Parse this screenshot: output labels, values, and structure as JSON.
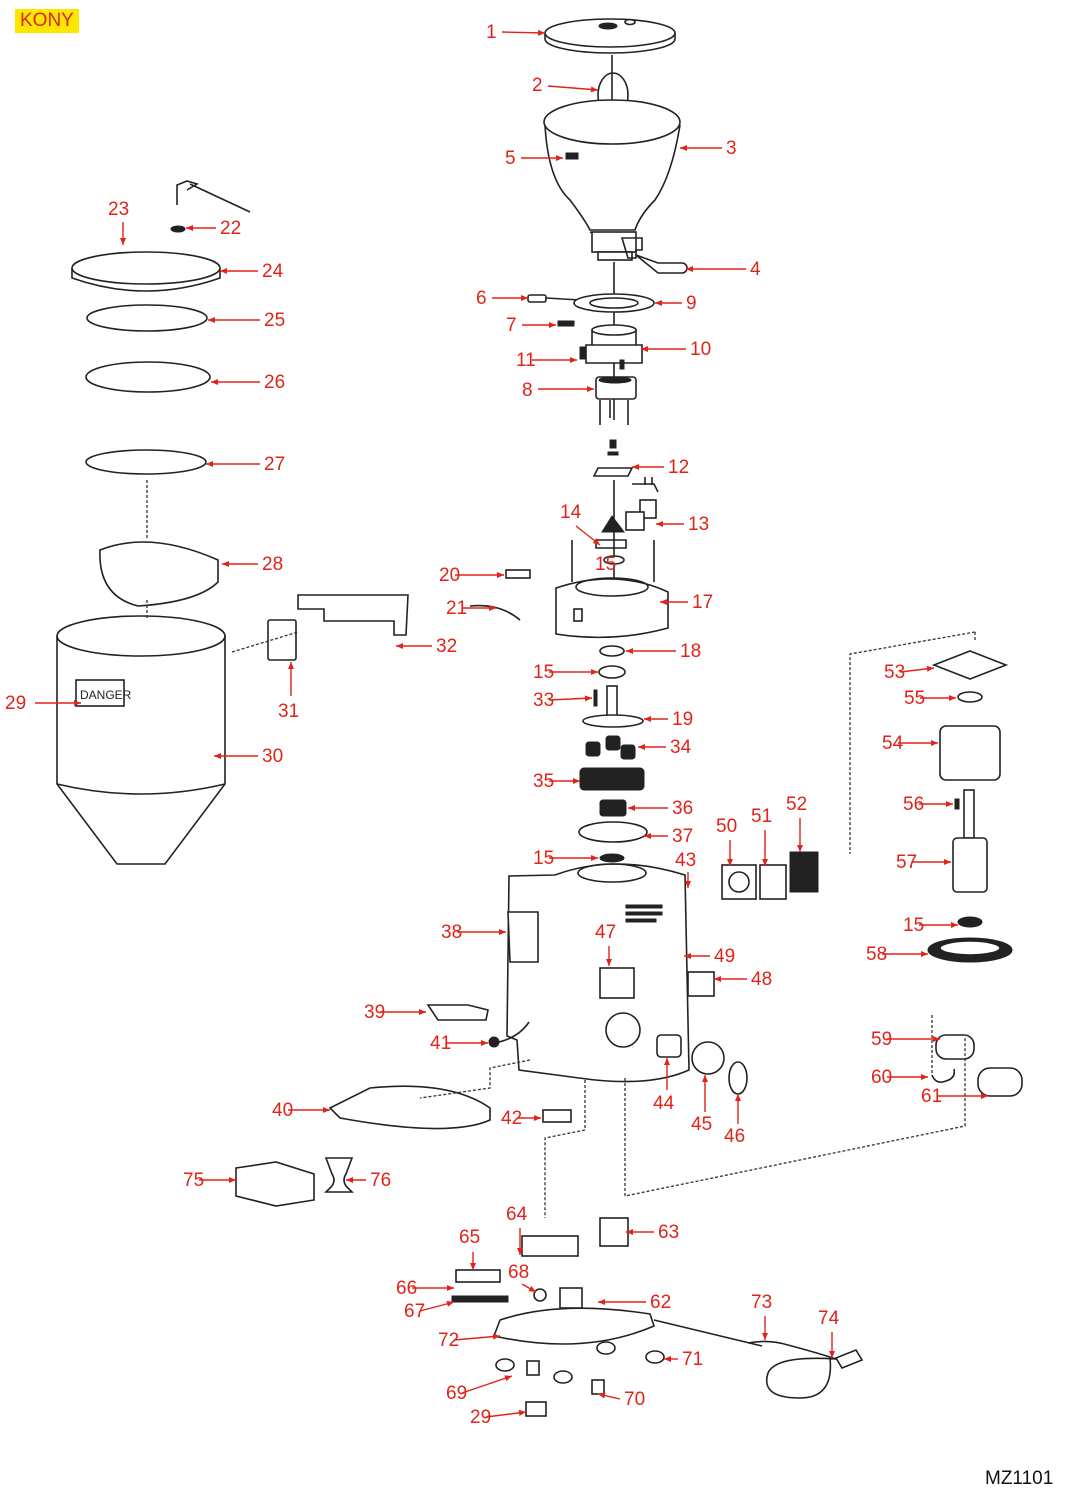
{
  "header": {
    "brand": "KONY"
  },
  "footer": {
    "model_code": "MZ1101"
  },
  "diagram": {
    "type": "exploded-parts-diagram",
    "label_color": "#e2231a",
    "brand_bg": "#ffe600",
    "callouts": [
      "1",
      "2",
      "3",
      "4",
      "5",
      "6",
      "7",
      "8",
      "9",
      "10",
      "11",
      "12",
      "13",
      "14",
      "15",
      "17",
      "18",
      "15",
      "19",
      "20",
      "21",
      "22",
      "23",
      "24",
      "25",
      "26",
      "27",
      "28",
      "29",
      "30",
      "31",
      "32",
      "33",
      "34",
      "35",
      "36",
      "37",
      "15",
      "38",
      "39",
      "40",
      "41",
      "42",
      "43",
      "44",
      "45",
      "46",
      "47",
      "48",
      "49",
      "50",
      "51",
      "52",
      "53",
      "55",
      "54",
      "56",
      "57",
      "15",
      "58",
      "59",
      "60",
      "61",
      "62",
      "63",
      "64",
      "65",
      "66",
      "67",
      "68",
      "69",
      "70",
      "71",
      "72",
      "29",
      "73",
      "74",
      "75",
      "76"
    ],
    "sticker_text": "DANGER"
  }
}
